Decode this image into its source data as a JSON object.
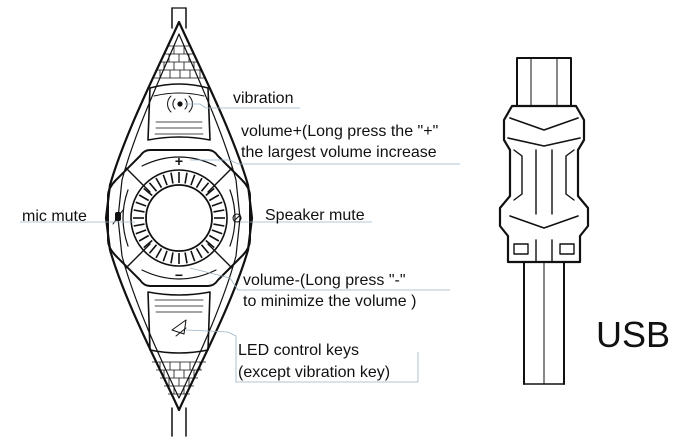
{
  "labels": {
    "vibration": "vibration",
    "volume_up_line1": "volume+(Long press the \"+\"",
    "volume_up_line2": "the largest volume increase",
    "mic_mute": "mic mute",
    "speaker_mute": "Speaker mute",
    "volume_down_line1": "volume-(Long press \"-\"",
    "volume_down_line2": "to minimize the volume )",
    "led_line1": "LED control keys",
    "led_line2": "(except vibration key)",
    "usb": "USB"
  },
  "symbols": {
    "plus": "+",
    "minus": "−"
  },
  "icons": {
    "vibration": "vibration-icon",
    "mic": "mic-icon",
    "speaker_mute": "speaker-mute-icon",
    "led": "led-icon"
  }
}
